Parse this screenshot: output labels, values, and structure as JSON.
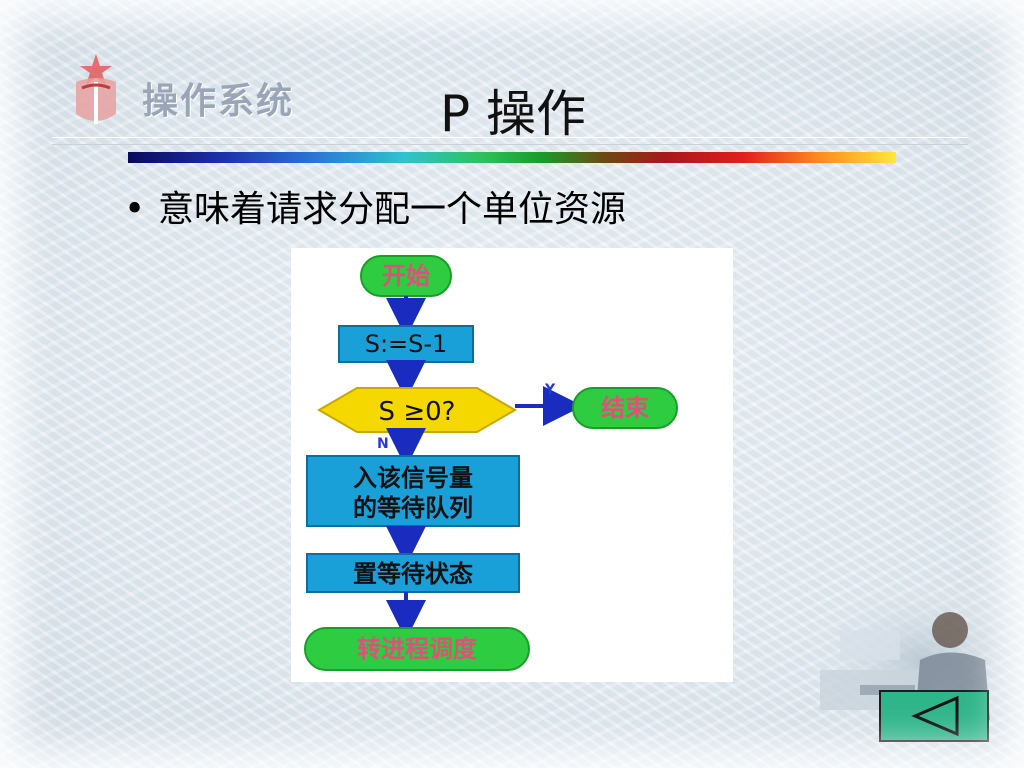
{
  "header": {
    "course_name": "操作系统",
    "title": "P 操作"
  },
  "content": {
    "bullet_dot": "•",
    "bullet_text": "意味着请求分配一个单位资源"
  },
  "flowchart": {
    "start": "开始",
    "step1": "S:=S-1",
    "decision": "S ≥0?",
    "yes_label": "Y",
    "no_label": "N",
    "end": "结束",
    "step2_line1": "入该信号量",
    "step2_line2": "的等待队列",
    "step3": "置等待状态",
    "final": "转进程调度"
  },
  "colors": {
    "oval_fill": "#2ecc40",
    "oval_text": "#e0507a",
    "box_fill": "#1aa0d8",
    "diamond_fill": "#f5d800",
    "arrow": "#1a2bbf"
  },
  "nav": {
    "back_icon": "left-triangle-icon"
  }
}
